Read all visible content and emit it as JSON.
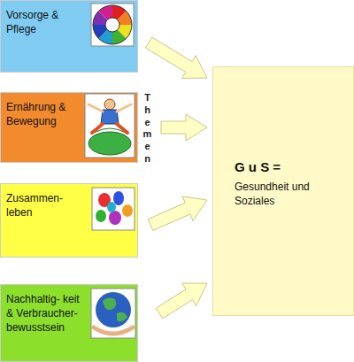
{
  "diagram": {
    "nodes": [
      {
        "text": [
          "Vorsorge & Pflege"
        ]
      },
      {
        "text": [
          "Ernährung & Bewegung"
        ]
      },
      {
        "text": [
          "Zusammen- leben"
        ]
      },
      {
        "text": [
          "Nachhaltig- keit & Verbraucher- bewusstsein"
        ]
      },
      {
        "text": [
          "G u S =",
          "Gesundheit und Soziales"
        ]
      }
    ],
    "edges": [
      {
        "from": 0,
        "to": 4,
        "arrow": "to"
      },
      {
        "from": 1,
        "to": 4,
        "arrow": "to"
      },
      {
        "from": 2,
        "to": 4,
        "arrow": "to"
      },
      {
        "from": 3,
        "to": 4,
        "arrow": "to"
      }
    ],
    "labels": [
      "Themen"
    ]
  }
}
